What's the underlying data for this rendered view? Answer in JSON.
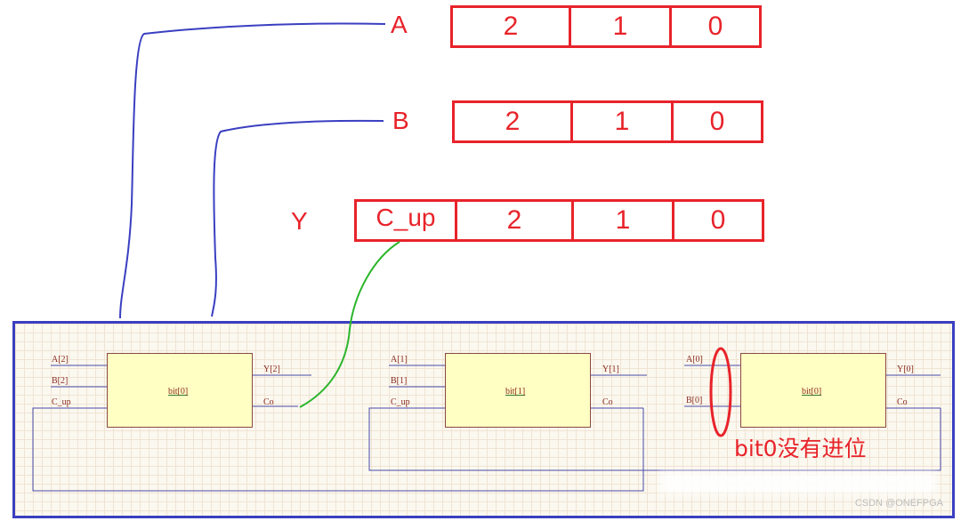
{
  "registers": {
    "a": {
      "label": "A",
      "bits": [
        "2",
        "1",
        "0"
      ]
    },
    "b": {
      "label": "B",
      "bits": [
        "2",
        "1",
        "0"
      ]
    },
    "y": {
      "label": "Y",
      "carry": "C_up",
      "bits": [
        "2",
        "1",
        "0"
      ]
    }
  },
  "schematic": {
    "blocks": [
      {
        "name": "bit[0]",
        "inputs": [
          "A[2]",
          "B[2]",
          "C_up"
        ],
        "outputs": [
          "Y[2]",
          "Co"
        ]
      },
      {
        "name": "bit[1]",
        "inputs": [
          "A[1]",
          "B[1]",
          "C_up"
        ],
        "outputs": [
          "Y[1]",
          "Co"
        ]
      },
      {
        "name": "bit[0]",
        "inputs": [
          "A[0]",
          "B[0]"
        ],
        "outputs": [
          "Y[0]",
          "Co"
        ]
      }
    ]
  },
  "annotation": "bit0没有进位",
  "watermark": "CSDN @ONEFPGA",
  "colors": {
    "register": "#e8232a",
    "blue_wire": "#3a3fc1",
    "green_wire": "#2bb52b"
  }
}
